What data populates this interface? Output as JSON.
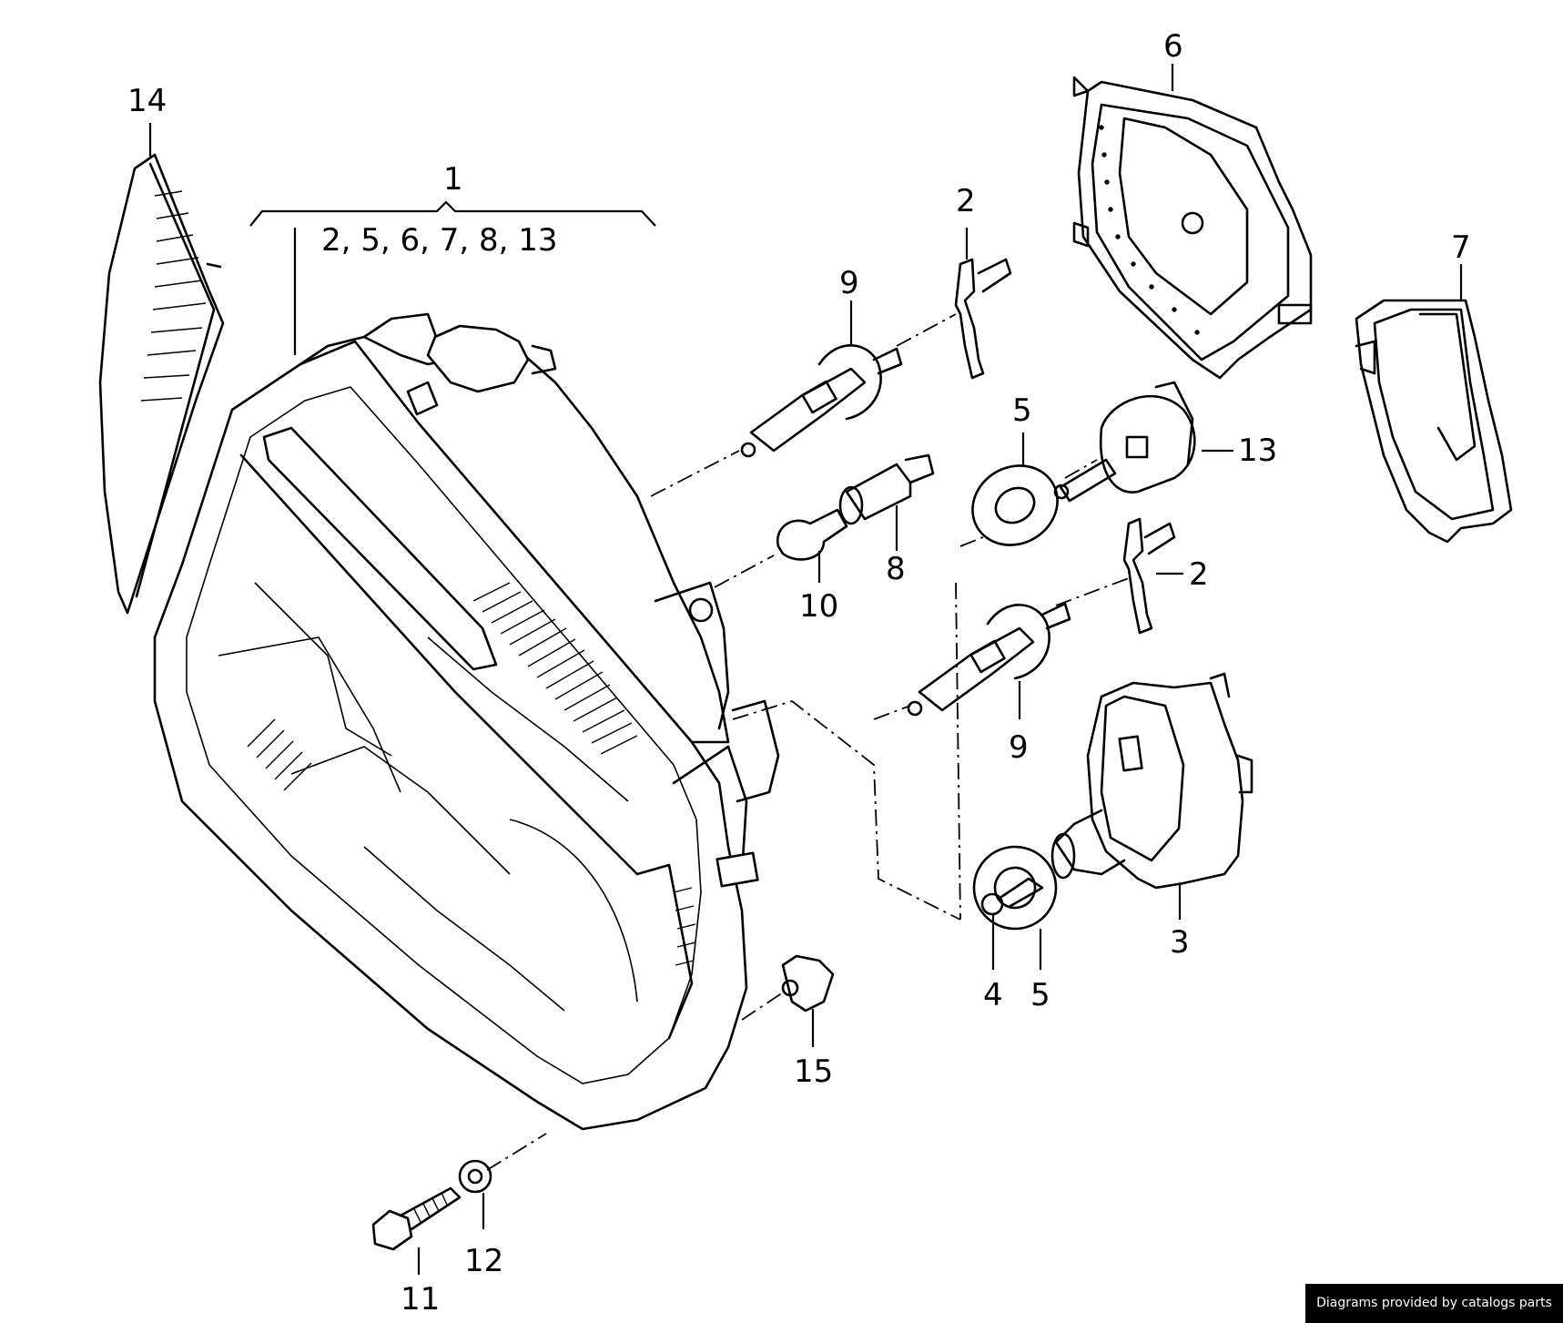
{
  "callouts": {
    "c1": "1",
    "group_list": "2,  5,  6,  7,   8,  13",
    "c2_top": "2",
    "c2_mid": "2",
    "c3": "3",
    "c4": "4",
    "c5_top": "5",
    "c5_bottom": "5",
    "c6": "6",
    "c7": "7",
    "c8": "8",
    "c9_top": "9",
    "c9_bottom": "9",
    "c10": "10",
    "c11": "11",
    "c12": "12",
    "c13": "13",
    "c14": "14",
    "c15": "15"
  },
  "credit": "Diagrams provided by catalogs parts"
}
